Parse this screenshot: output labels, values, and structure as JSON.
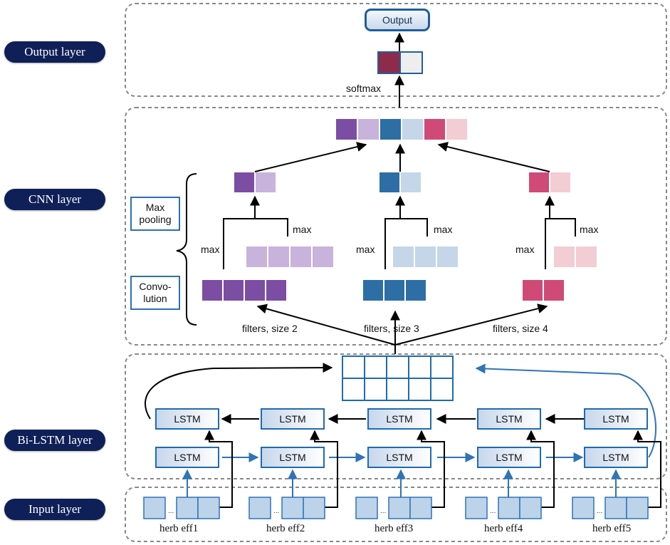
{
  "layers": {
    "output": "Output layer",
    "cnn": "CNN layer",
    "bilstm": "Bi-LSTM layer",
    "input": "Input layer"
  },
  "output_node": "Output",
  "softmax": "softmax",
  "max_pooling": "Max\npooling",
  "convolution": "Convo-\nlution",
  "max": "max",
  "filters": [
    "filters, size 2",
    "filters, size 3",
    "filters, size 4"
  ],
  "lstm": "LSTM",
  "herbs": [
    "herb eff1",
    "herb eff2",
    "herb eff3",
    "herb eff4",
    "herb eff5"
  ],
  "ellipsis": "...",
  "colors": {
    "purple": "#7b4ea3",
    "purple_light": "#c8b3dc",
    "blue": "#2d6ea5",
    "blue_light": "#c4d6e8",
    "red": "#cf4a76",
    "red_light": "#f2cdd3",
    "output_dark": "#8e2a4a",
    "output_light": "#eeeeee",
    "line_blue": "#2f74b5"
  }
}
